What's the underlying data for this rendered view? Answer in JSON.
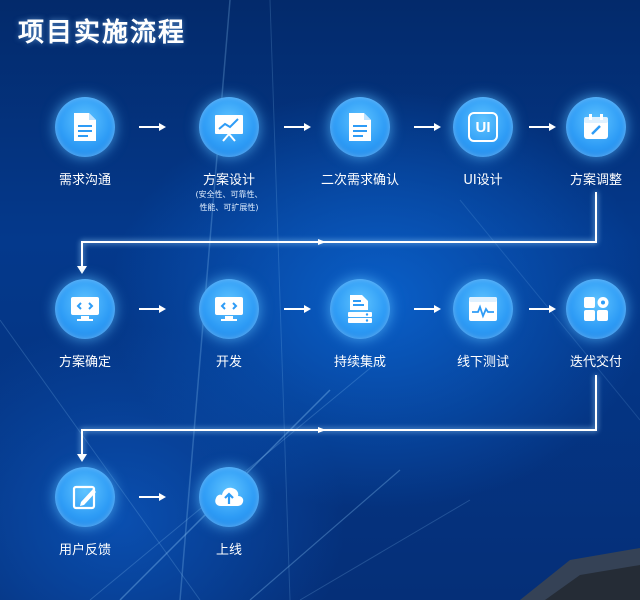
{
  "title": "项目实施流程",
  "steps": [
    {
      "label": "需求沟通",
      "icon": "document-icon"
    },
    {
      "label": "方案设计",
      "sub1": "(安全性、可靠性、",
      "sub2": "性能、可扩展性)",
      "icon": "presentation-chart-icon"
    },
    {
      "label": "二次需求确认",
      "icon": "document-icon"
    },
    {
      "label": "UI设计",
      "icon_text": "UI",
      "icon": "ui-icon"
    },
    {
      "label": "方案调整",
      "icon": "calendar-edit-icon"
    },
    {
      "label": "方案确定",
      "icon": "monitor-code-icon"
    },
    {
      "label": "开发",
      "icon": "monitor-code-icon"
    },
    {
      "label": "持续集成",
      "icon": "server-stack-icon"
    },
    {
      "label": "线下测试",
      "icon": "browser-pulse-icon"
    },
    {
      "label": "迭代交付",
      "icon": "app-grid-icon"
    },
    {
      "label": "用户反馈",
      "icon": "edit-pen-icon"
    },
    {
      "label": "上线",
      "icon": "cloud-upload-icon"
    }
  ],
  "colors": {
    "accent": "#2e9cf6",
    "background": "#04398c",
    "line": "#ffffff"
  }
}
